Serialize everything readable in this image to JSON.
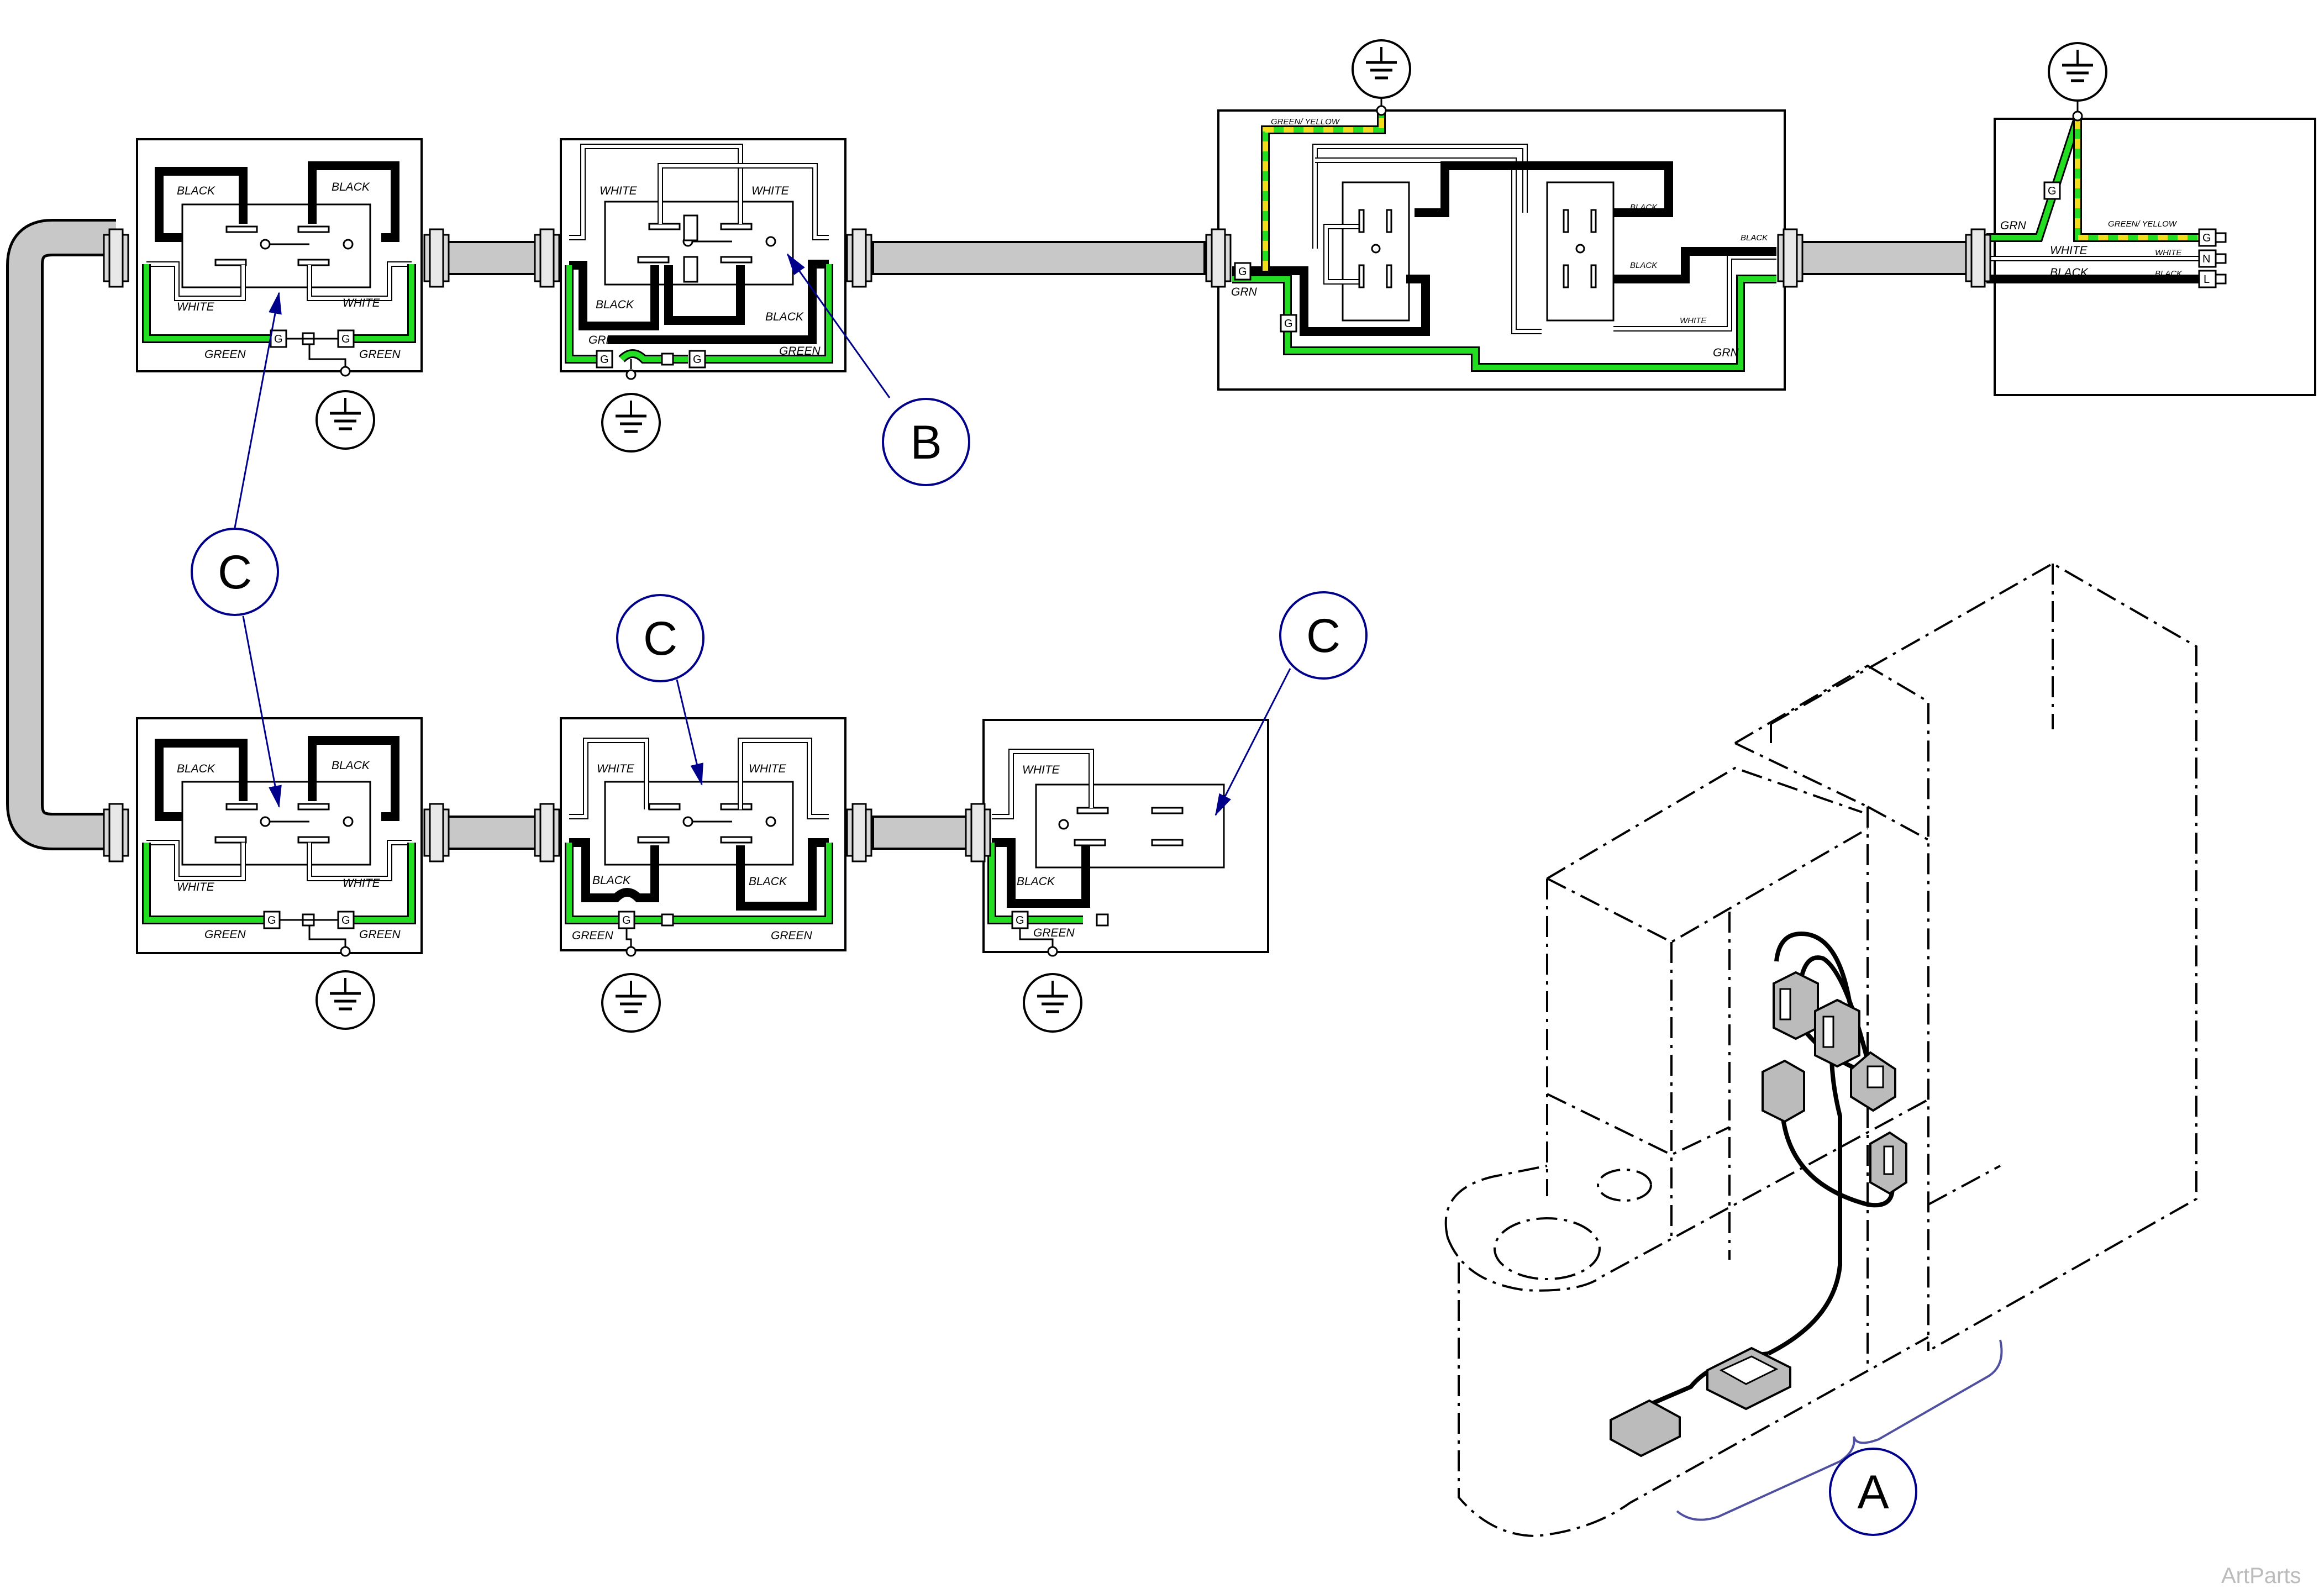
{
  "colors": {
    "black_wire": "#000000",
    "white_wire": "#ffffff",
    "green_wire": "#22dd22",
    "yellow_wire": "#f2dc1e",
    "conduit": "#c8c8c8",
    "callout": "#00008b",
    "phantom_line": "#000000",
    "harness_box": "#bbbbbb"
  },
  "wire_labels": {
    "black": "BLACK",
    "white": "WHITE",
    "green": "GREEN",
    "grn": "GRN",
    "green_yellow": "GREEN/ YELLOW"
  },
  "terminals": {
    "ground": "G",
    "neutral": "N",
    "line": "L"
  },
  "callouts": {
    "a": "A",
    "b": "B",
    "c": "C"
  },
  "icons": {
    "ground": "ground-symbol-icon",
    "arrowhead": "arrowhead-icon"
  },
  "watermark": "ArtParts"
}
